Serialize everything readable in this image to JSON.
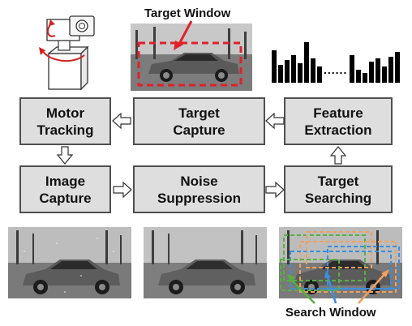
{
  "annotations": {
    "target_window": "Target Window",
    "search_window": "Search Window"
  },
  "boxes": {
    "motor_tracking": "Motor\nTracking",
    "target_capture": "Target\nCapture",
    "feature_extraction": "Feature\nExtraction",
    "image_capture": "Image\nCapture",
    "noise_suppression": "Noise\nSuppression",
    "target_searching": "Target\nSearching"
  },
  "histogram_separator": "......",
  "colors": {
    "box_fill": "#dedede",
    "box_border": "#505050",
    "target_window": "#e0202a",
    "arrow_red": "#d42020",
    "search_green": "#58b040",
    "search_blue": "#3a8ee0",
    "search_orange": "#f0a060"
  }
}
